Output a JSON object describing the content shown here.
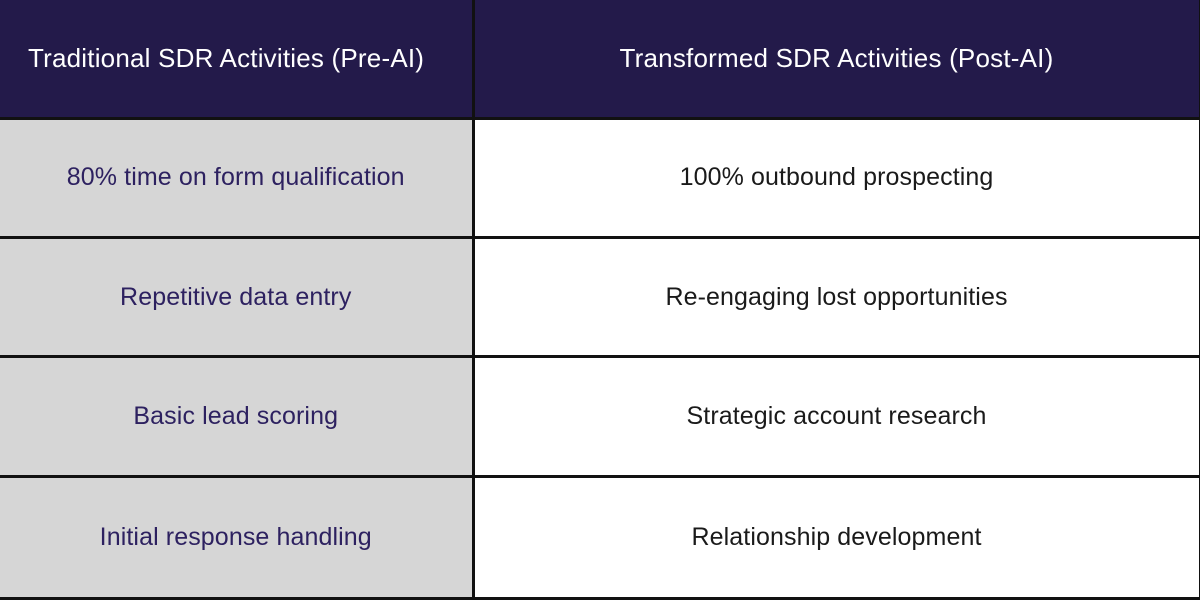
{
  "table": {
    "columns": [
      {
        "key": "traditional",
        "header": "Traditional SDR Activities (Pre-AI)",
        "align": "left",
        "header_bg": "#231a4a",
        "header_text_color": "#ffffff",
        "cell_bg": "#d6d6d6",
        "cell_text_color": "#2d2160"
      },
      {
        "key": "transformed",
        "header": "Transformed SDR Activities (Post-AI)",
        "align": "center",
        "header_bg": "#231a4a",
        "header_text_color": "#ffffff",
        "cell_bg": "#ffffff",
        "cell_text_color": "#1a1a1a"
      }
    ],
    "rows": [
      {
        "traditional": "80% time on form qualification",
        "transformed": "100% outbound prospecting"
      },
      {
        "traditional": "Repetitive data entry",
        "transformed": "Re-engaging lost opportunities"
      },
      {
        "traditional": "Basic lead scoring",
        "transformed": "Strategic account research"
      },
      {
        "traditional": "Initial response handling",
        "transformed": "Relationship development"
      }
    ],
    "border_color": "#111111",
    "row_count": 4,
    "column_count": 2
  }
}
